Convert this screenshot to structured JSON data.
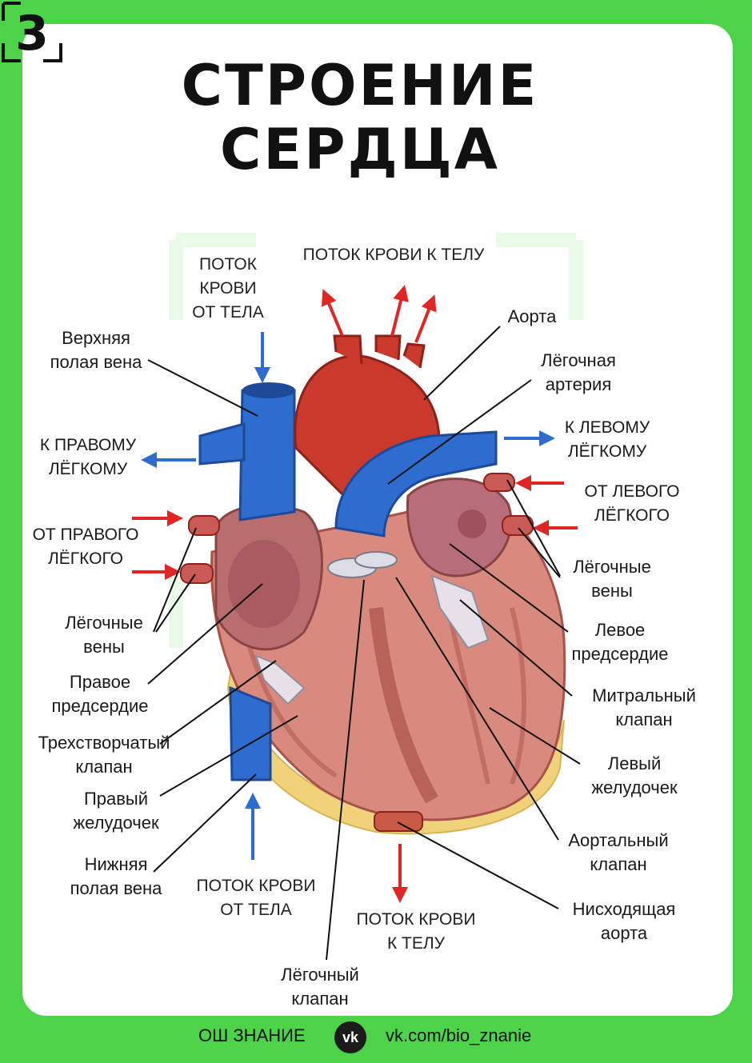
{
  "title": {
    "line1": "СТРОЕНИЕ",
    "line2": "СЕРДЦА"
  },
  "logo_glyph": "3",
  "labels": {
    "superior_vena_cava": "Верхняя\nполая вена",
    "to_right_lung": "К ПРАВОМУ\nЛЁГКОМУ",
    "from_right_lung": "ОТ ПРАВОГО\nЛЁГКОГО",
    "pulmonary_veins_left": "Лёгочные\nвены",
    "right_atrium": "Правое\nпредсердие",
    "tricuspid_valve": "Трехстворчатый\nклапан",
    "right_ventricle": "Правый\nжелудочек",
    "inferior_vena_cava": "Нижняя\nполая вена",
    "aorta": "Аорта",
    "pulmonary_artery": "Лёгочная\nартерия",
    "to_left_lung": "К ЛЕВОМУ\nЛЁГКОМУ",
    "from_left_lung": "ОТ ЛЕВОГО\nЛЁГКОГО",
    "pulmonary_veins_right": "Лёгочные\nвены",
    "left_atrium": "Левое\nпредсердие",
    "mitral_valve": "Митральный\nклапан",
    "left_ventricle": "Левый\nжелудочек",
    "aortic_valve": "Аортальный\nклапан",
    "descending_aorta": "Нисходящая\nаорта",
    "pulmonary_valve": "Лёгочный\nклапан"
  },
  "flows": {
    "from_body_top": "ПОТОК\nКРОВИ\nОТ ТЕЛА",
    "to_body_top": "ПОТОК КРОВИ К ТЕЛУ",
    "from_body_bottom": "ПОТОК КРОВИ\nОТ ТЕЛА",
    "to_body_bottom": "ПОТОК КРОВИ\nК ТЕЛУ"
  },
  "footer": {
    "left": "ОШ ЗНАНИЕ",
    "vk_glyph": "vk",
    "link": "vk.com/bio_znanie"
  },
  "colors": {
    "background": "#4cd34a",
    "card": "#ffffff",
    "deoxygenated": "#2f6cd0",
    "oxygenated": "#c93a2c",
    "arrow_blue": "#2f6cd0",
    "arrow_red": "#e02525",
    "muscle": "#d98a7e",
    "fat": "#f0d27a"
  }
}
